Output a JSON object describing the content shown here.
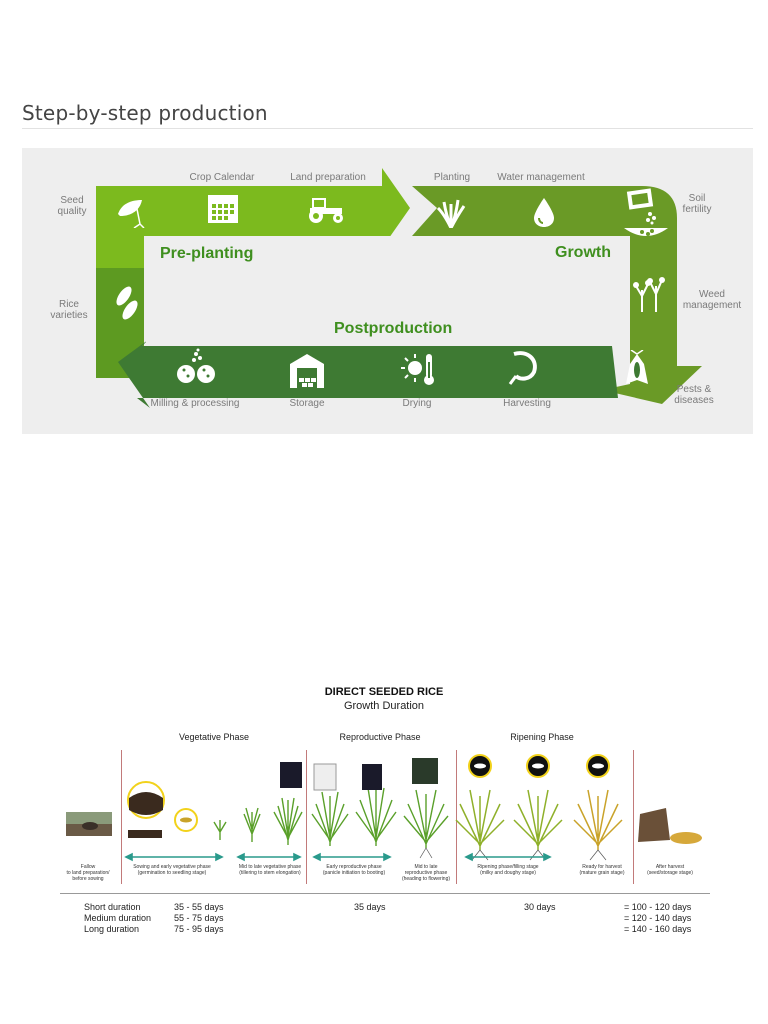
{
  "page_title": "Step-by-step production",
  "cycle": {
    "phases": {
      "pre_planting": "Pre-planting",
      "growth": "Growth",
      "postproduction": "Postproduction"
    },
    "steps": {
      "seed_quality": [
        "Seed",
        "quality"
      ],
      "crop_calendar": "Crop Calendar",
      "land_preparation": "Land preparation",
      "planting": "Planting",
      "water_management": "Water management",
      "soil_fertility": [
        "Soil",
        "fertility"
      ],
      "rice_varieties": [
        "Rice",
        "varieties"
      ],
      "weed_management": [
        "Weed",
        "management"
      ],
      "pests_diseases": [
        "Pests &",
        "diseases"
      ],
      "milling_processing": "Milling & processing",
      "storage": "Storage",
      "drying": "Drying",
      "harvesting": "Harvesting"
    },
    "colors": {
      "light_green": "#7cba1e",
      "mid_green": "#5d9a21",
      "olive_green": "#6a9a26",
      "dark_green": "#3e7a33",
      "phase_green": "#3f8f1f"
    },
    "icons": [
      "seedling-icon",
      "calendar-icon",
      "tractor-icon",
      "rice-plant-icon",
      "water-drop-icon",
      "soil-test-icon",
      "rice-grains-icon",
      "weed-icon",
      "moth-icon",
      "mill-icon",
      "warehouse-icon",
      "sun-thermometer-icon",
      "sickle-icon"
    ]
  },
  "rice_figure": {
    "title": "DIRECT SEEDED RICE",
    "subtitle": "Growth Duration",
    "phases": [
      "Vegetative Phase",
      "Reproductive Phase",
      "Ripening Phase"
    ],
    "stage_captions": [
      "Fallow\nto land preparation/\nbefore sowing",
      "Sowing and early vegetative phase\n(germination to seedling stage)",
      "Mid to late vegetative phase\n(tillering to stem elongation)",
      "Early reproductive phase\n(panicle initiation to booting)",
      "Mid to late\nreproductive phase\n(heading to flowering)",
      "Ripening phase/filling stage\n(milky and doughy stage)",
      "Ready for harvest\n(mature grain stage)",
      "After harvest\n(seed/storage stage)"
    ],
    "durations": {
      "labels": [
        "Short duration",
        "Medium duration",
        "Long duration"
      ],
      "vegetative": [
        "35 - 55 days",
        "55 - 75 days",
        "75 - 95 days"
      ],
      "reproductive": "35 days",
      "ripening": "30 days",
      "totals": [
        "= 100 - 120 days",
        "= 120 - 140 days",
        "= 140 - 160 days"
      ]
    },
    "colors": {
      "arrow_teal": "#2a9a8c",
      "separator": "#c27a7a",
      "ring_yellow": "#f2d21b"
    }
  }
}
